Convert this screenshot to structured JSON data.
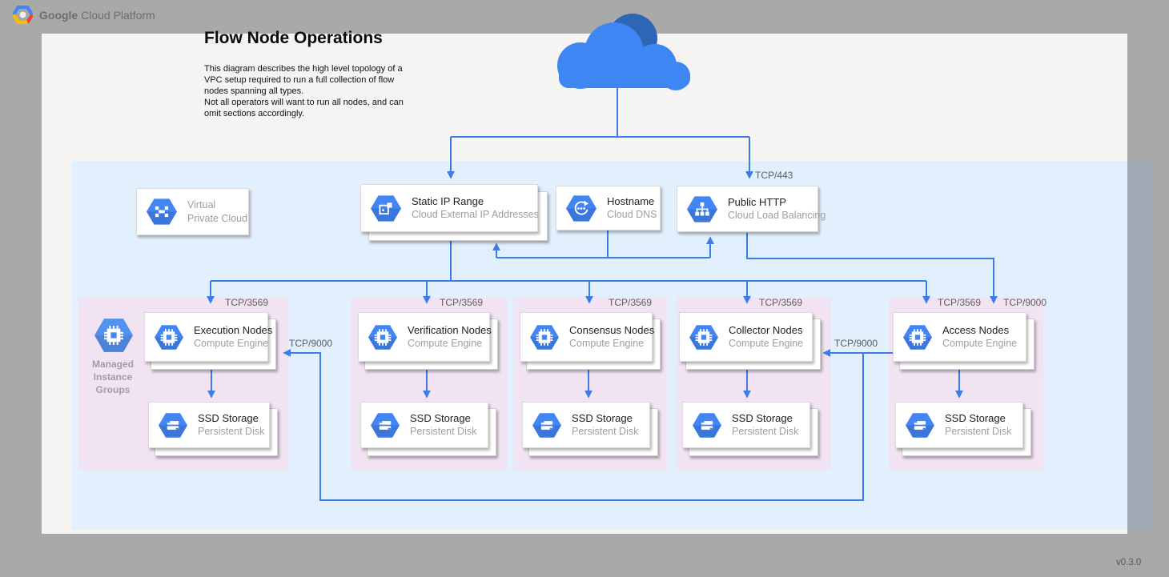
{
  "page": {
    "logo_bold": "Google",
    "logo_rest": "Cloud Platform",
    "version": "v0.3.0"
  },
  "doc": {
    "title": "Flow Node Operations",
    "description": "This diagram describes the high level topology of a\nVPC setup required to run a full collection of flow\nnodes spanning all types.\nNot all operators will want to run all nodes, and can\nomit sections accordingly."
  },
  "labels": {
    "tcp443": "TCP/443",
    "tcp3569": "TCP/3569",
    "tcp9000": "TCP/9000",
    "managed_instance_groups": "Managed\nInstance\nGroups"
  },
  "cards": {
    "vpc": {
      "line1": "Virtual",
      "line2": "Private Cloud",
      "icon": "virtual-private-cloud-icon"
    },
    "static_ip": {
      "title": "Static IP Range",
      "subtitle": "Cloud External IP Addresses",
      "icon": "external-ip-icon"
    },
    "hostname": {
      "title": "Hostname",
      "subtitle": "Cloud DNS",
      "icon": "cloud-dns-icon"
    },
    "public_http": {
      "title": "Public HTTP",
      "subtitle": "Cloud Load Balancing",
      "icon": "cloud-load-balancing-icon"
    }
  },
  "sections": [
    {
      "name": "execution",
      "node_title": "Execution Nodes",
      "node_subtitle": "Compute Engine",
      "ssd_title": "SSD Storage",
      "ssd_subtitle": "Persistent Disk"
    },
    {
      "name": "verification",
      "node_title": "Verification Nodes",
      "node_subtitle": "Compute Engine",
      "ssd_title": "SSD Storage",
      "ssd_subtitle": "Persistent Disk"
    },
    {
      "name": "consensus",
      "node_title": "Consensus Nodes",
      "node_subtitle": "Compute Engine",
      "ssd_title": "SSD Storage",
      "ssd_subtitle": "Persistent Disk"
    },
    {
      "name": "collector",
      "node_title": "Collector Nodes",
      "node_subtitle": "Compute Engine",
      "ssd_title": "SSD Storage",
      "ssd_subtitle": "Persistent Disk"
    },
    {
      "name": "access",
      "node_title": "Access Nodes",
      "node_subtitle": "Compute Engine",
      "ssd_title": "SSD Storage",
      "ssd_subtitle": "Persistent Disk"
    }
  ],
  "colors": {
    "line_blue": "#3b7ce8",
    "icon_blue": "#4285f4",
    "mig_blue": "#5392f0",
    "cloud_front": "#3d86f3",
    "cloud_back": "#2d66b5",
    "section_pink": "#f2e3f3",
    "region_blue": "#e2effc",
    "canvas": "#f5f4f2",
    "page_gray": "#a9a9a9"
  }
}
